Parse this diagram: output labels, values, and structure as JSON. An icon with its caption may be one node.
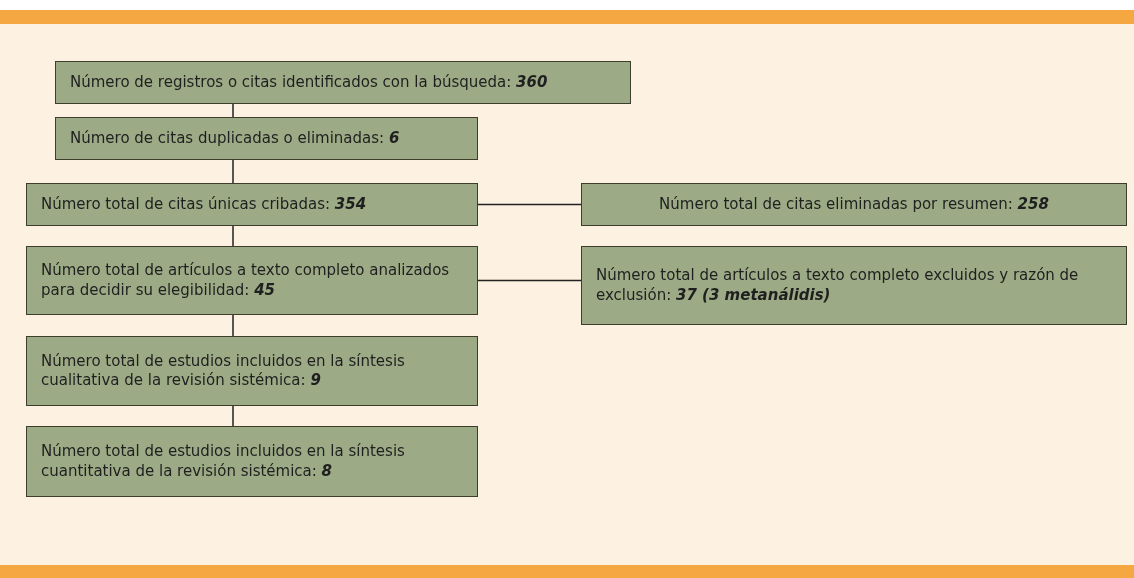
{
  "diagram": {
    "nodes": [
      {
        "text": [
          "Número de registros o citas identificados con la búsqueda: **360**"
        ]
      },
      {
        "text": [
          "Número de citas duplicadas o eliminadas: **6**"
        ]
      },
      {
        "text": [
          "Número total de citas únicas cribadas: **354**"
        ]
      },
      {
        "text": [
          "Número total de citas eliminadas por resumen: **258**"
        ]
      },
      {
        "text": [
          "Número total de artículos a texto completo analizados para decidir su elegibilidad: **45**"
        ]
      },
      {
        "text": [
          "Número total de artículos a texto completo excluidos y razón de exclusión: **37 (3 metanálidis)**"
        ]
      },
      {
        "text": [
          "Número total de estudios incluidos en la síntesis cualitativa de la revisión sistémica: **9**"
        ]
      },
      {
        "text": [
          "Número total de estudios incluidos en la síntesis cuantitativa de la revisión sistémica: **8**"
        ]
      }
    ],
    "edges": [
      {
        "from": 0,
        "to": 1,
        "arrow": "none"
      },
      {
        "from": 1,
        "to": 2,
        "arrow": "none"
      },
      {
        "from": 2,
        "to": 3,
        "arrow": "none"
      },
      {
        "from": 2,
        "to": 4,
        "arrow": "none"
      },
      {
        "from": 4,
        "to": 5,
        "arrow": "none"
      },
      {
        "from": 4,
        "to": 6,
        "arrow": "none"
      },
      {
        "from": 6,
        "to": 7,
        "arrow": "none"
      }
    ]
  }
}
